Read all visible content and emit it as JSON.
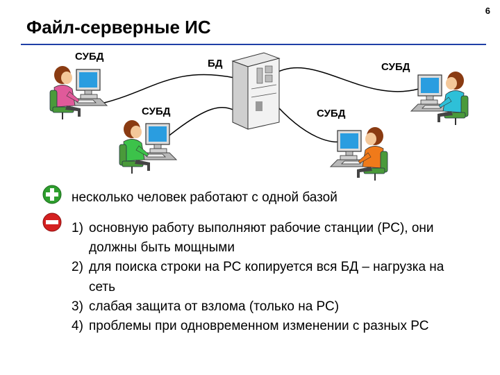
{
  "page_number": "6",
  "title": "Файл-серверные ИС",
  "diagram": {
    "labels": {
      "dbms_top_left": "СУБД",
      "db": "БД",
      "dbms_top_right": "СУБД",
      "dbms_bottom_left": "СУБД",
      "dbms_bottom_right": "СУБД"
    }
  },
  "pros": {
    "icon": "plus-circle-icon",
    "text": "несколько человек работают с одной базой"
  },
  "cons": {
    "icon": "minus-circle-icon",
    "items": [
      {
        "num": "1)",
        "text": "основную работу выполняют рабочие станции (РС), они должны быть мощными"
      },
      {
        "num": "2)",
        "text": "для поиска строки на РС копируется вся БД – нагрузка на сеть"
      },
      {
        "num": "3)",
        "text": "слабая защита от взлома (только на РС)"
      },
      {
        "num": "4)",
        "text": "проблемы при одновременном изменении с разных РС"
      }
    ]
  },
  "colors": {
    "title_rule": "#1f3fa6",
    "plus_icon": "#2e9e2e",
    "minus_icon": "#d42020"
  }
}
